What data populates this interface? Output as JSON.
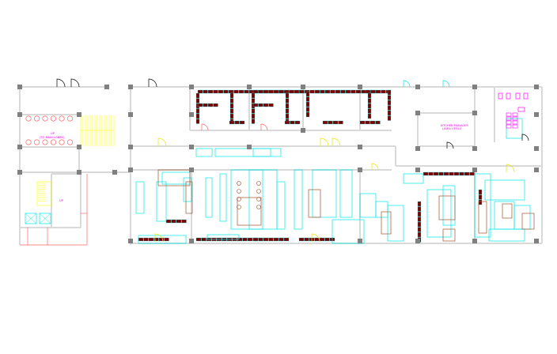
{
  "drawing": {
    "labels": {
      "stair_main": "UP",
      "stair_main_sub": "(TO MAIN LOBBY)",
      "stair_service": "UP",
      "office_line1": "KITCHEN MANAGER",
      "office_line2": "LINEN OFFICE"
    },
    "colors": {
      "wall": "#d9d9d9",
      "column": "#808080",
      "shelving": "#7a0000",
      "equipment": "#00e5e5",
      "fixture": "#a0522d",
      "stairs": "#ffff00",
      "door": "#e6e600",
      "plumbing": "#ff00ff",
      "annotation": "#ff6666"
    }
  }
}
